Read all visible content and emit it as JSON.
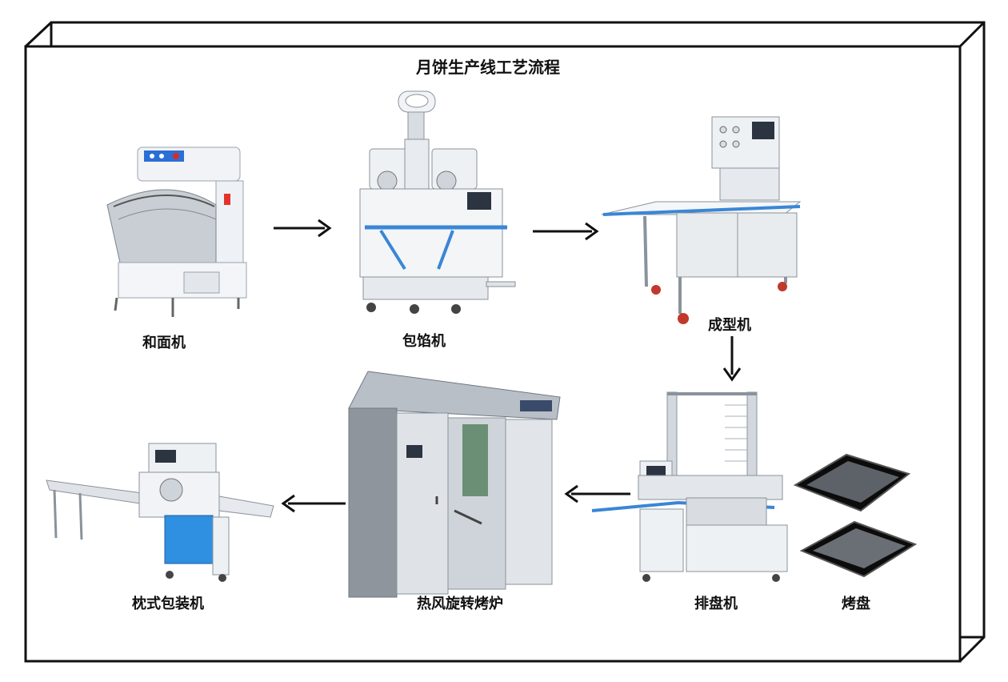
{
  "diagram": {
    "title": "月饼生产线工艺流程",
    "steps": [
      {
        "id": "dough-mixer",
        "label": "和面机"
      },
      {
        "id": "encrusting-machine",
        "label": "包馅机"
      },
      {
        "id": "forming-machine",
        "label": "成型机"
      },
      {
        "id": "tray-arranger",
        "label": "排盘机"
      },
      {
        "id": "baking-tray",
        "label": "烤盘"
      },
      {
        "id": "rotary-oven",
        "label": "热风旋转烤炉"
      },
      {
        "id": "pillow-packer",
        "label": "枕式包装机"
      }
    ]
  }
}
